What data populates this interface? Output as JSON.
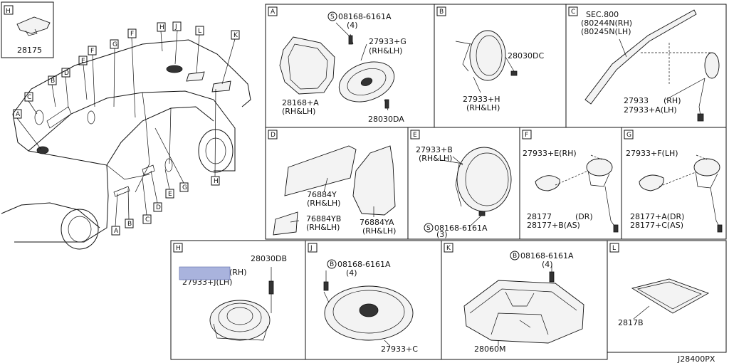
{
  "footer_code": "J28400PX",
  "highlight_color": "#a9b3dd",
  "topleft": {
    "letter": "H",
    "part": "28175"
  },
  "vehicle_tags": [
    "H",
    "J",
    "L",
    "K",
    "F",
    "G",
    "E",
    "F",
    "D",
    "B",
    "C",
    "A",
    "A",
    "B",
    "C",
    "D",
    "E",
    "G",
    "H"
  ],
  "panels": {
    "A": {
      "letter": "A",
      "labels": [
        "08168-6161A",
        "(4)",
        "27933+G",
        "(RH&LH)",
        "28168+A",
        "(RH&LH)",
        "28030DA"
      ],
      "circle_s": "S"
    },
    "B": {
      "letter": "B",
      "labels": [
        "28030DC",
        "27933+H",
        "(RH&LH)"
      ]
    },
    "C": {
      "letter": "C",
      "labels": [
        "SEC.800",
        "(80244N(RH)",
        "(80245N(LH)",
        "27933",
        "(RH)",
        "27933+A(LH)"
      ]
    },
    "D": {
      "letter": "D",
      "labels": [
        "76884Y",
        "(RH&LH)",
        "76884YB",
        "(RH&LH)",
        "76884YA",
        "(RH&LH)"
      ]
    },
    "E": {
      "letter": "E",
      "labels": [
        "27933+B",
        "(RH&LH)",
        "08168-6161A",
        "(3)"
      ],
      "circle_s": "S"
    },
    "F": {
      "letter": "F",
      "labels": [
        "27933+E(RH)",
        "28177",
        "(DR)",
        "28177+B(AS)"
      ]
    },
    "G": {
      "letter": "G",
      "labels": [
        "27933+F(LH)",
        "28177+A(DR)",
        "28177+C(AS)"
      ]
    },
    "H": {
      "letter": "H",
      "labels": [
        "28030DB",
        "(RH)",
        "27933+J(LH)"
      ]
    },
    "J": {
      "letter": "J",
      "labels": [
        "08168-6161A",
        "(4)",
        "27933+C"
      ],
      "circle_b": "B"
    },
    "K": {
      "letter": "K",
      "labels": [
        "08168-6161A",
        "(4)",
        "28060M"
      ],
      "circle_b": "B"
    },
    "L": {
      "letter": "L",
      "labels": [
        "2817B"
      ]
    }
  }
}
